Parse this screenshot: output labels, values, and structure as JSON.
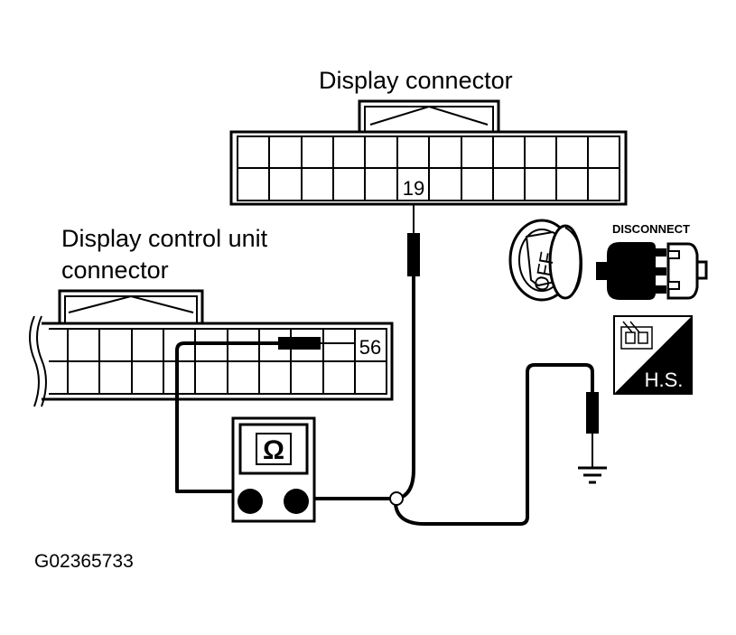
{
  "labels": {
    "display_connector": "Display connector",
    "control_unit_line1": "Display control unit",
    "control_unit_line2": "connector",
    "pin_display": "19",
    "pin_control": "56",
    "meter_symbol": "Ω",
    "figure_id": "G02365733"
  },
  "icons": {
    "ignition_key": "OFF",
    "disconnect": "DISCONNECT",
    "harness_side": "H.S."
  }
}
